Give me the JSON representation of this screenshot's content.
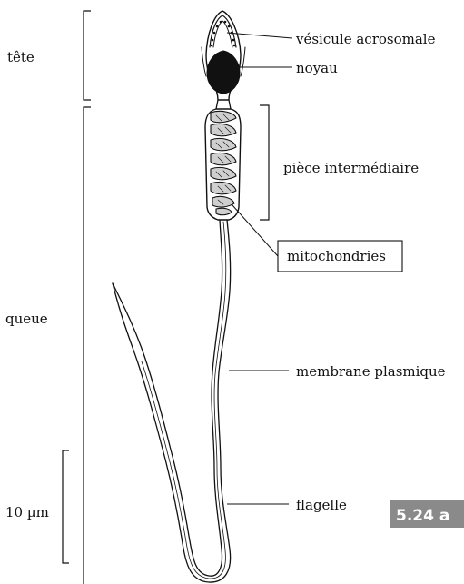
{
  "labels": {
    "head": "tête",
    "tail": "queue",
    "scale": "10 µm",
    "acrosome": "vésicule acrosomale",
    "nucleus": "noyau",
    "midpiece": "pièce intermédiaire",
    "mitochondria": "mitochondries",
    "membrane": "membrane plasmique",
    "flagellum": "flagelle"
  },
  "badge": {
    "text": "5.24 a",
    "color": "#8a8a8a"
  },
  "colors": {
    "ink": "#111111",
    "mitochondria_fill": "#cfcfcf"
  }
}
